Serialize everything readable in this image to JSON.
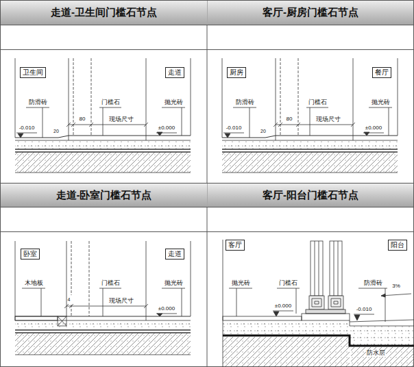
{
  "diagram": {
    "nodes": [
      {
        "text": [
          "走道-卫生间门槛石节点"
        ]
      },
      {
        "text": [
          "客厅-厨房门槛石节点"
        ]
      },
      {
        "text": [
          "卫生间"
        ]
      },
      {
        "text": [
          "走道"
        ]
      },
      {
        "text": [
          "厨房"
        ]
      },
      {
        "text": [
          "餐厅"
        ]
      },
      {
        "text": [
          "走道-卧室门槛石节点"
        ]
      },
      {
        "text": [
          "客厅-阳台门槛石节点"
        ]
      },
      {
        "text": [
          "卧室"
        ]
      },
      {
        "text": [
          "走道"
        ]
      },
      {
        "text": [
          "客厅"
        ]
      },
      {
        "text": [
          "阳台"
        ]
      }
    ],
    "labels": [
      "防滑砖",
      "门槛石",
      "抛光砖",
      "80",
      "现场尺寸",
      "-0.010",
      "20",
      "±0.000",
      "防滑砖",
      "门槛石",
      "抛光砖",
      "80",
      "现场尺寸",
      "-0.010",
      "20",
      "±0.000",
      "木地板",
      "门槛石",
      "抛光砖",
      "4",
      "现场尺寸",
      "±0.000",
      "抛光砖",
      "门槛石",
      "防滑砖",
      "3%",
      "±0.000",
      "-0.010",
      "防水层"
    ]
  }
}
